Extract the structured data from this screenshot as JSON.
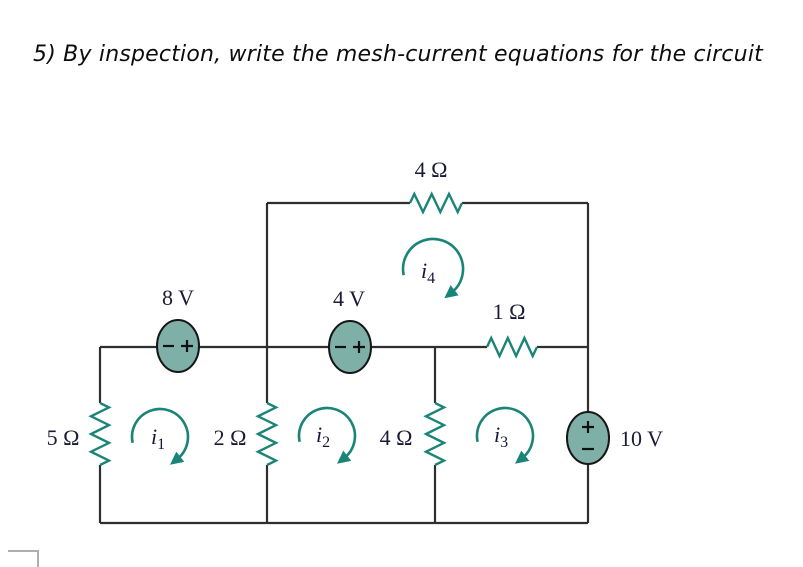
{
  "title": "5)  By inspection, write the mesh-current equations for the circuit",
  "colors": {
    "teal_component": "#1a8577",
    "source_fill": "#7fb0a8",
    "wire": "#2f2f2f",
    "label_text": "#1b1b38"
  },
  "circuit": {
    "resistors": [
      {
        "id": "resistor-4ohm-top",
        "label": "4 Ω"
      },
      {
        "id": "resistor-1ohm",
        "label": "1 Ω"
      },
      {
        "id": "resistor-5ohm",
        "label": "5 Ω"
      },
      {
        "id": "resistor-2ohm",
        "label": "2 Ω"
      },
      {
        "id": "resistor-4ohm-middle",
        "label": "4 Ω"
      }
    ],
    "sources": [
      {
        "id": "source-8v",
        "label": "8 V",
        "polarity": "minus-left-plus-right"
      },
      {
        "id": "source-4v",
        "label": "4 V",
        "polarity": "minus-left-plus-right"
      },
      {
        "id": "source-10v",
        "label": "10 V",
        "polarity": "plus-top-minus-bottom"
      }
    ],
    "mesh_currents": [
      {
        "id": "mesh-i1",
        "sym": "i",
        "sub": "1"
      },
      {
        "id": "mesh-i2",
        "sym": "i",
        "sub": "2"
      },
      {
        "id": "mesh-i3",
        "sym": "i",
        "sub": "3"
      },
      {
        "id": "mesh-i4",
        "sym": "i",
        "sub": "4"
      }
    ]
  }
}
